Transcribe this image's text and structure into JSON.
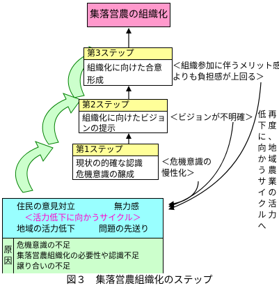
{
  "goal": "集落営農の組織化",
  "steps": [
    {
      "heading": "第3ステップ",
      "lines": [
        "組織化に向けた合意",
        "形成"
      ],
      "comment": [
        "＜組織参加に伴うメリット感",
        "よりも負担感が上回る＞"
      ]
    },
    {
      "heading": "第2ステップ",
      "lines": [
        "組織化に向けたビジョ",
        "ンの提示"
      ],
      "comment": [
        "＜ビジョンが不明確＞"
      ]
    },
    {
      "heading": "第1ステップ",
      "lines": [
        "現状の的確な認識",
        "危機意識の醸成"
      ],
      "comment": [
        "＜危機意識の",
        "慢性化＞"
      ]
    }
  ],
  "cycle": {
    "top_left": "住民の意見対立",
    "top_right": "無力感",
    "label": "＜活力低下に向かうサイクル＞",
    "bottom_left": "地域の活力低下",
    "bottom_right": "問題の先送り",
    "cause_label": [
      "原",
      "因"
    ],
    "causes": [
      "危機意識の不足",
      "集落営農組織化の必要性や認識不足",
      "譲り合いの不足"
    ]
  },
  "vertical_text": {
    "col1": [
      "再",
      "度",
      "、",
      "地",
      "域",
      "農",
      "業",
      "の",
      "活",
      "力"
    ],
    "col2": [
      "低",
      "下",
      "に",
      "向",
      "か",
      "う",
      "サ",
      "イ",
      "ク",
      "ル",
      "へ"
    ]
  },
  "caption": "図３　集落営農組織化のステップ",
  "colors": {
    "goal_fill": "#ff99cc",
    "step_head_fill": "#ffff99",
    "cycle_fill": "#99ffff",
    "cause_fill": "#ccffcc",
    "cycle_label_color": "#ff00cc",
    "up_arrow_fill": "#ccffcc",
    "up_arrow_stroke": "#008000"
  }
}
